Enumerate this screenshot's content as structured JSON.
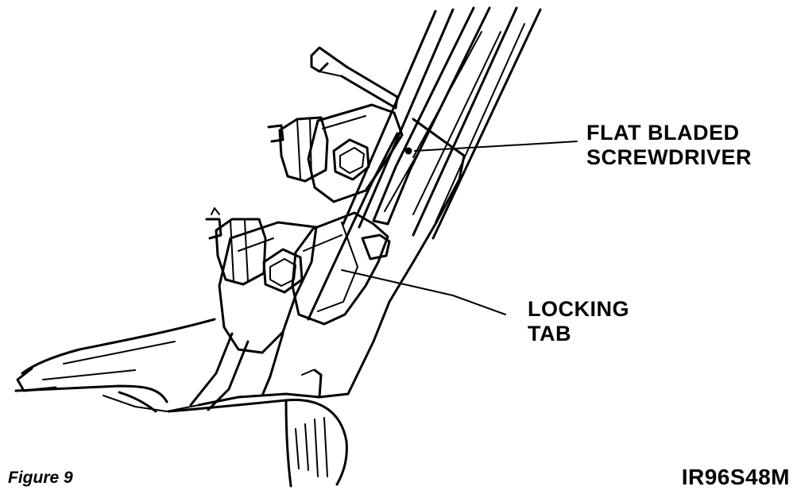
{
  "labels": {
    "screwdriver_line1": "FLAT BLADED",
    "screwdriver_line2": "SCREWDRIVER",
    "tab_line1": "LOCKING",
    "tab_line2": "TAB"
  },
  "figure": {
    "caption": "Figure 9",
    "code": "IR96S48M"
  },
  "colors": {
    "ink": "#000000",
    "paper": "#ffffff"
  }
}
